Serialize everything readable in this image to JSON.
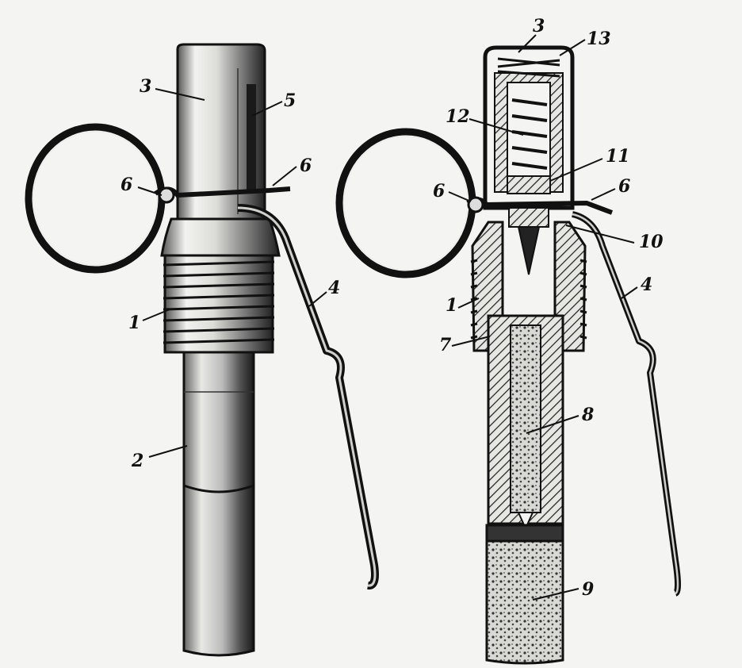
{
  "labels": {
    "left_3": "3",
    "left_5": "5",
    "left_6a": "6",
    "left_6b": "6",
    "left_4": "4",
    "left_1": "1",
    "left_2": "2",
    "right_3": "3",
    "right_13": "13",
    "right_12": "12",
    "right_11": "11",
    "right_6a": "6",
    "right_6b": "6",
    "right_10": "10",
    "right_4": "4",
    "right_1": "1",
    "right_7": "7",
    "right_8": "8",
    "right_9": "9"
  },
  "colors": {
    "ink": "#111111",
    "paper": "#f4f4f2",
    "shade": "#8a8a8a"
  }
}
